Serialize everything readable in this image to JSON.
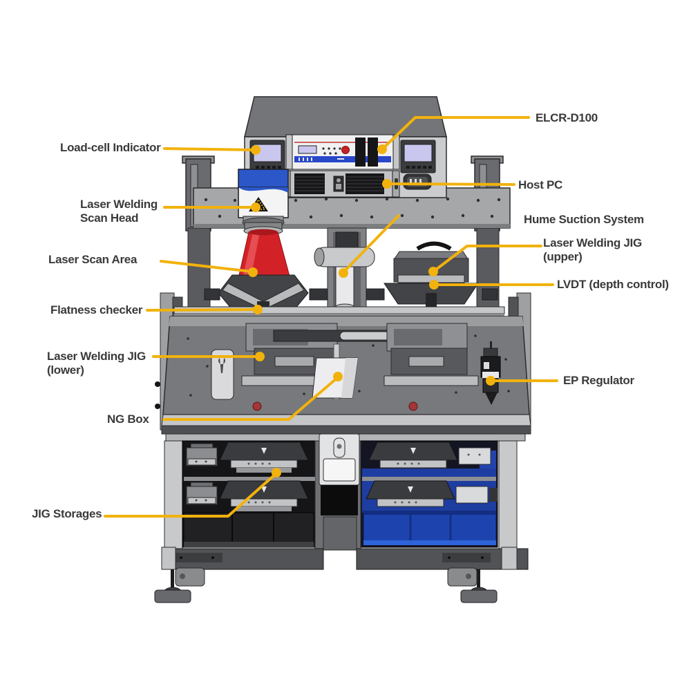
{
  "diagram": {
    "subject": "Laser welding machine labeled diagram",
    "colors": {
      "leader_accent": "#F2B20D",
      "label_text": "#3A3A3A",
      "laser_cone_red": "#D32227",
      "scan_head_blue": "#2B57C9",
      "panel_stripe_blue": "#2847C9",
      "storage_bin_blue": "#1D44AE",
      "screen_lavender": "#C9C7EE",
      "machine_light_gray": "#CBCCCE",
      "machine_dark_gray": "#58595C"
    },
    "labels": {
      "elcr": "ELCR-D100",
      "load_cell": "Load-cell Indicator",
      "host_pc": "Host PC",
      "scan_head_line1": "Laser Welding",
      "scan_head_line2": "Scan Head",
      "hume": "Hume Suction System",
      "jig_upper_line1": "Laser Welding JIG",
      "jig_upper_line2": "(upper)",
      "lvdt": "LVDT (depth control)",
      "scan_area": "Laser Scan Area",
      "flatness": "Flatness checker",
      "jig_lower_line1": "Laser Welding JIG",
      "jig_lower_line2": "(lower)",
      "ep_regulator": "EP Regulator",
      "ng_box": "NG Box",
      "jig_storages": "JIG Storages"
    }
  }
}
